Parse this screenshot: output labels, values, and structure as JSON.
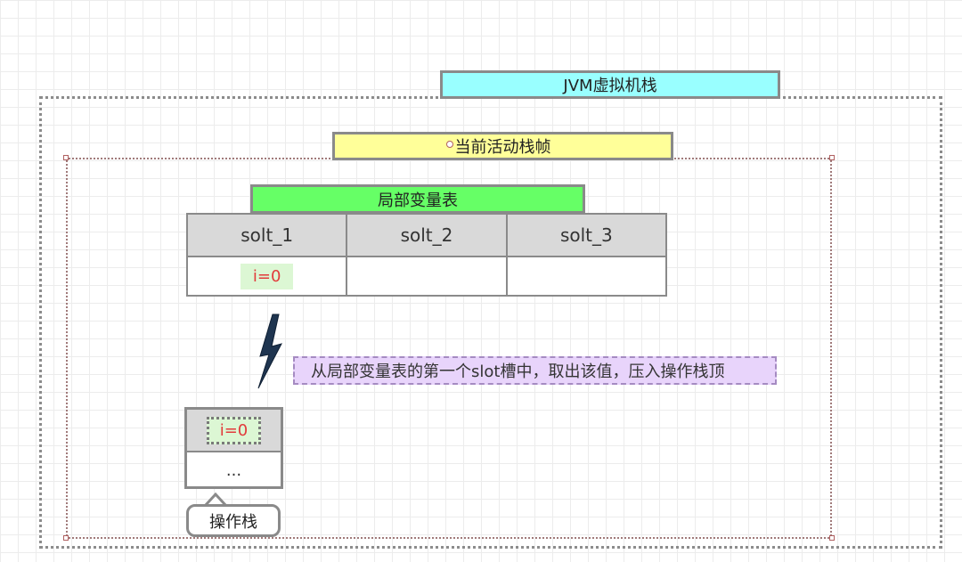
{
  "jvm_stack": {
    "label": "JVM虚拟机栈",
    "color": "#99ffff"
  },
  "current_frame": {
    "label": "当前活动栈帧",
    "color": "#ffff99"
  },
  "local_var_table": {
    "label": "局部变量表",
    "color": "#66ff66",
    "slots": [
      "solt_1",
      "solt_2",
      "solt_3"
    ],
    "values": [
      "i=0",
      "",
      ""
    ]
  },
  "annotation": "从局部变量表的第一个slot槽中，取出该值，压入操作栈顶",
  "operand_stack": {
    "top_value": "i=0",
    "bottom_value": "...",
    "label": "操作栈"
  }
}
